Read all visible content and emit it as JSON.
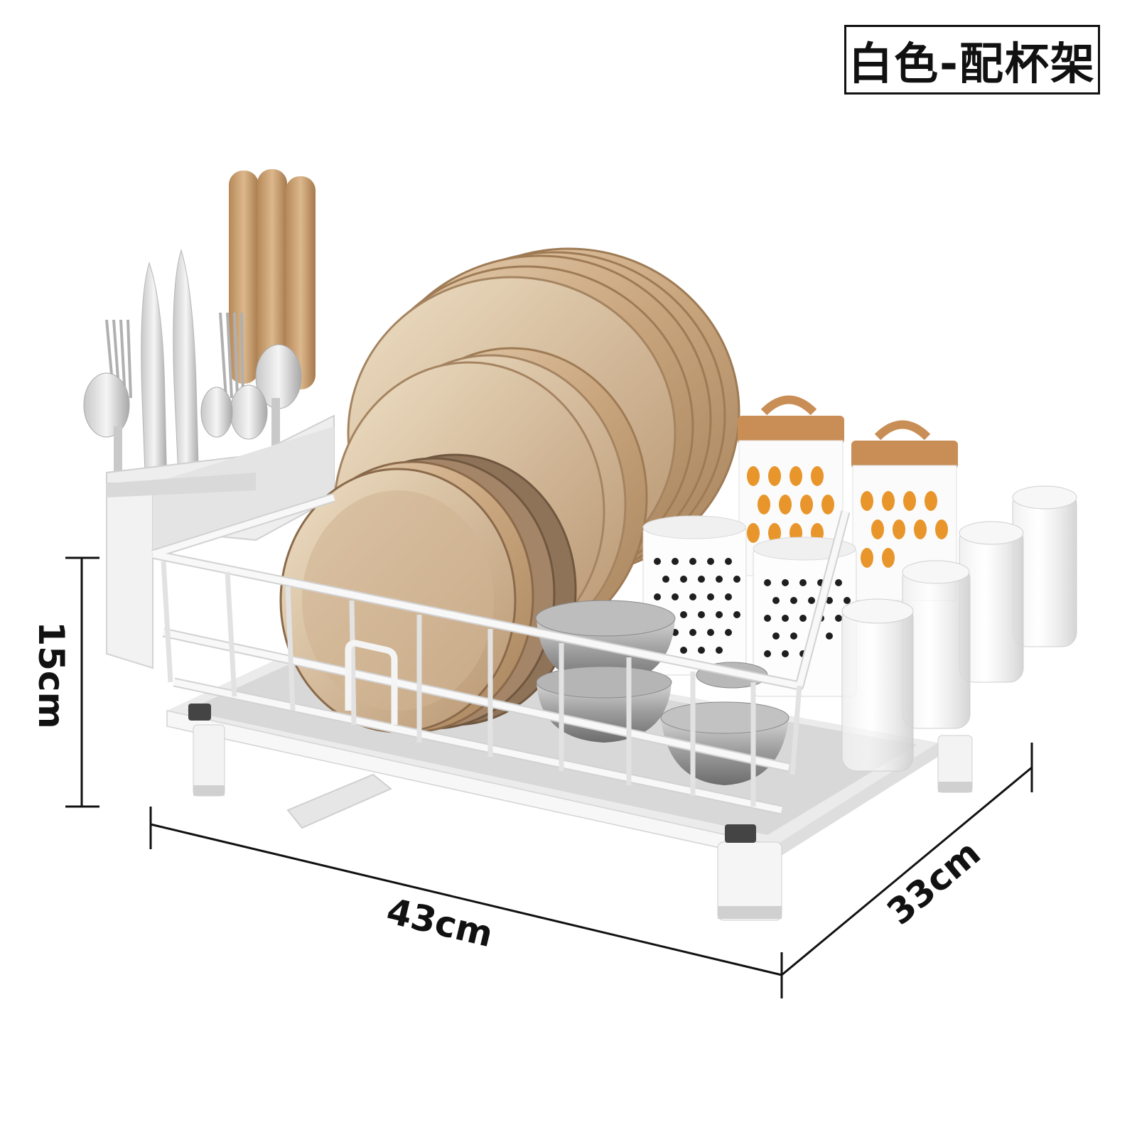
{
  "variant": {
    "label": "白色-配杯架"
  },
  "dimensions": {
    "height": "15cm",
    "width": "43cm",
    "depth": "33cm"
  },
  "colors": {
    "rack": "#f4f4f4",
    "tray": "#d9d9d9",
    "plate": "#c9a57d",
    "lid": "#c98e56",
    "accent_orange": "#e8962b",
    "metal": "#9a9a9a"
  }
}
